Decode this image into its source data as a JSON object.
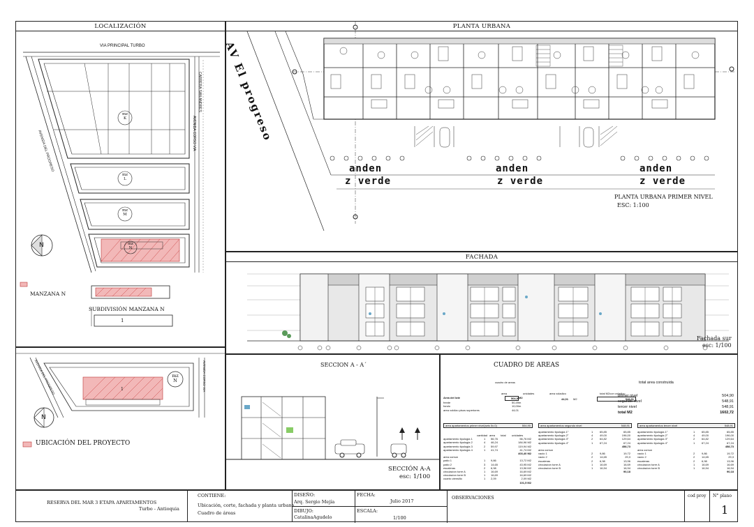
{
  "localizacion": {
    "title": "LOCALIZACIÓN",
    "via_principal": "VIA PRINCIPAL TURBO",
    "street_left": "AVENIDA DEL PROGRESO",
    "street_right": "CARRERA SAN ANDRES",
    "street_right2": "AVENIDA CORSO VIA",
    "manzanas": [
      {
        "label_a": "mz",
        "label_b": "K"
      },
      {
        "label_a": "mz",
        "label_b": "L"
      },
      {
        "label_a": "mz",
        "label_b": "M"
      },
      {
        "label_a": "mz",
        "label_b": "N"
      }
    ],
    "north": "N",
    "legend_manzana": "MANZANA  N",
    "subdivision": "SUBDIVISIÓN MANZANA  N",
    "subdivision_number": "1"
  },
  "ubicacion": {
    "mz_a": "mz",
    "mz_b": "N",
    "lot": "1",
    "street_left": "AVENIDA DEL PROGRESO",
    "street_right": "AVENIDA CORSO VIA",
    "north": "N",
    "legend": "UBICACIÓN DEL PROYECTO"
  },
  "planta": {
    "title": "PLANTA URBANA",
    "av_label": "AV El progreso",
    "anden": [
      "anden",
      "anden",
      "anden"
    ],
    "zverde": [
      "z verde",
      "z verde",
      "z verde"
    ],
    "subtitle": "PLANTA URBANA PRIMER NIVEL",
    "scale": "ESC: 1:100"
  },
  "fachada": {
    "title": "FACHADA",
    "label": "Fachada sur",
    "scale": "esc: 1/100"
  },
  "seccion": {
    "title": "SECCION A - A´",
    "label": "SECCIÓN A-A",
    "scale": "esc: 1/100"
  },
  "cuadro": {
    "title": "CUADRO DE AREAS",
    "subtitle": "cuadro de areas",
    "head_area": "area",
    "head_unidades": "unidades",
    "area_voladizo_label": "area voladizo",
    "area_voladizo_value": "44,01",
    "area_voladizo_unit": "M2",
    "total_m2_voladizo_label": "total M2con voladizo",
    "total_m2_voladizo_value": "548,91",
    "lote": [
      {
        "label": "Area del lote",
        "value": "504,9",
        "unit": "M2"
      },
      {
        "label": "frente",
        "value": "50,49",
        "unit": "m"
      },
      {
        "label": "fondo",
        "value": "10,00",
        "unit": "m"
      },
      {
        "label": "area voldizo pisos superiores",
        "value": "44,01",
        "unit": ""
      }
    ],
    "total_title": "total area construida",
    "totals": [
      {
        "label": "primer nivel",
        "value": "504,90"
      },
      {
        "label": "segundo nivel",
        "value": "548,91"
      },
      {
        "label": "tercer nivel",
        "value": "548,91"
      },
      {
        "label": "total M2",
        "value": "1602,72"
      }
    ],
    "sub1_head": "area apartamentos primer nivel(seis 0x.0)",
    "sub1_val": "504,90",
    "sub2_head": "area apartamentos segundo nivel",
    "sub2_val": "548,91",
    "sub3_head": "area apartamentos tercer nivel",
    "sub3_val": "548,91",
    "t1_cols": [
      "cantidad",
      "area",
      "total",
      "unidades"
    ],
    "t1_rows": [
      [
        "apartamento tipologia 1",
        "1",
        "56,76",
        "56,76 M2"
      ],
      [
        "apartamento tipologia 2",
        "4",
        "46,24",
        "184,96 M2"
      ],
      [
        "apartamento tipologia 3",
        "2",
        "59,97",
        "119,94 M2"
      ],
      [
        "apartamento tipologia 4",
        "1",
        "41,74",
        "41,74 M2"
      ]
    ],
    "t1_sum": "403,40 M2",
    "t1_sub": "area comun",
    "t1_rows2": [
      [
        "patio 1",
        "1",
        "9,86",
        "13,72 M2"
      ],
      [
        "patio 2",
        "3",
        "14,65",
        "43,95 M2"
      ],
      [
        "escaleras",
        "2",
        "6,98",
        "13,96 M2"
      ],
      [
        "circulacion torre A",
        "1",
        "16,69",
        "16,69 M2"
      ],
      [
        "circulacion torre B",
        "1",
        "16,69",
        "16,69 M2"
      ],
      [
        "cuarto utensilio",
        "1",
        "2,09",
        "2,09 M2"
      ]
    ],
    "t1_sum2": "101,5 M2",
    "t2_rows": [
      [
        "apartamento tipologia 1°",
        "1",
        "65,85",
        "65,85"
      ],
      [
        "apartamento tipologia 2°",
        "4",
        "49,00",
        "196,00"
      ],
      [
        "apartamento tipologia 3°",
        "2",
        "64,82",
        "129,64"
      ],
      [
        "apartamento tipologia 4°",
        "1",
        "67,24",
        "67,24"
      ]
    ],
    "t2_sum": "458,73",
    "t2_sub": "area comun",
    "t2_rows2": [
      [
        "vacio 1",
        "2",
        "9,86",
        "19,72"
      ],
      [
        "vacio 2",
        "2",
        "14,65",
        "29,3"
      ],
      [
        "escaleras",
        "2",
        "6,98",
        "13,96"
      ],
      [
        "circulacion torre A",
        "1",
        "16,69",
        "16,69"
      ],
      [
        "circulacion torre B",
        "1",
        "16,94",
        "16,94"
      ]
    ],
    "t2_sum2": "90,18",
    "t3_rows": [
      [
        "apartamento tipologia 1°",
        "1",
        "65,85",
        "65,85"
      ],
      [
        "apartamento tipologia 2°",
        "4",
        "49,00",
        "196,00"
      ],
      [
        "apartamento tipologia 3°",
        "2",
        "64,82",
        "129,64"
      ],
      [
        "apartamento tipologia 4°",
        "1",
        "67,24",
        "67,24"
      ]
    ],
    "t3_sum": "458,73",
    "t3_sub": "area comun",
    "t3_rows2": [
      [
        "vacio 1",
        "2",
        "9,86",
        "19,72"
      ],
      [
        "vacio 2",
        "2",
        "14,65",
        "29,3"
      ],
      [
        "escaleras",
        "2",
        "6,98",
        "13,96"
      ],
      [
        "circulacion torre A",
        "1",
        "16,69",
        "16,69"
      ],
      [
        "circulacion torre B",
        "1",
        "16,94",
        "16,94"
      ]
    ],
    "t3_sum2": "90,18"
  },
  "titleblock": {
    "project": "RESERVA DEL MAR 3 ETAPA APARTAMENTOS",
    "location": "Turbo - Antioquia",
    "contiene_label": "CONTIENE:",
    "contiene_1": "Ubicación, corte, fachada y planta urbana",
    "contiene_2": "Cuadro de áreas",
    "diseno_label": "DISEÑO:",
    "diseno_value": "Arq. Sergio Mejía",
    "dibujo_label": "DIBUJO:",
    "dibujo_value": "CatalinaAgudelo",
    "fecha_label": "FECHA:",
    "fecha_value": "Julio 2017",
    "escala_label": "ESCALA:",
    "escala_value": "1/100",
    "observaciones": "OBSERVACIONES",
    "cod_proy": "cod proy",
    "n_plano_label": "N° plano",
    "n_plano_value": "1"
  }
}
